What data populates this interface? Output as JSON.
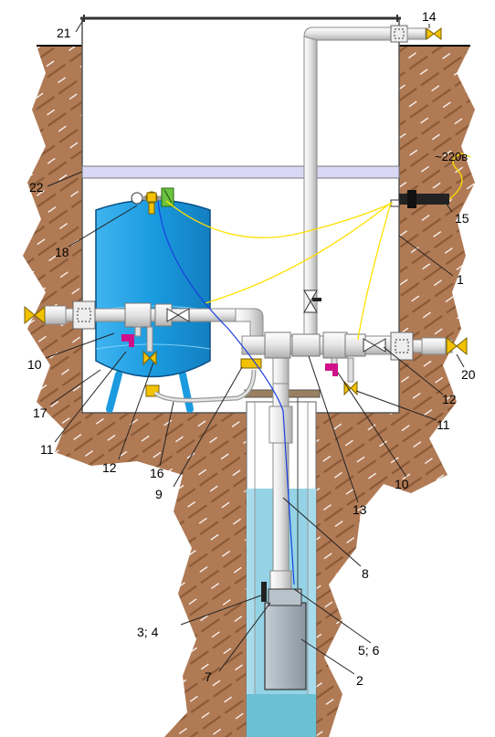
{
  "diagram": {
    "voltage_label": "~220в",
    "callouts": [
      {
        "id": "21",
        "text": "21"
      },
      {
        "id": "14",
        "text": "14"
      },
      {
        "id": "22",
        "text": "22"
      },
      {
        "id": "15",
        "text": "15"
      },
      {
        "id": "18",
        "text": "18"
      },
      {
        "id": "1",
        "text": "1"
      },
      {
        "id": "10a",
        "text": "10"
      },
      {
        "id": "20",
        "text": "20"
      },
      {
        "id": "17",
        "text": "17"
      },
      {
        "id": "12a",
        "text": "12"
      },
      {
        "id": "11a",
        "text": "11"
      },
      {
        "id": "11b",
        "text": "11"
      },
      {
        "id": "12b",
        "text": "12"
      },
      {
        "id": "16",
        "text": "16"
      },
      {
        "id": "10b",
        "text": "10"
      },
      {
        "id": "9",
        "text": "9"
      },
      {
        "id": "13",
        "text": "13"
      },
      {
        "id": "8",
        "text": "8"
      },
      {
        "id": "34",
        "text": "3;  4"
      },
      {
        "id": "56",
        "text": "5;  6"
      },
      {
        "id": "7",
        "text": "7"
      },
      {
        "id": "2",
        "text": "2"
      }
    ],
    "colors": {
      "soil": "#B07A55",
      "soil_dark": "#7E5232",
      "tank": "#1A9BE0",
      "tank_outline": "#0A4F86",
      "water": "#A8DCEC",
      "pipe": "#E4E4E4",
      "valve_yellow": "#F2C200",
      "cable_yellow": "#FFE000",
      "cable_blue": "#1A3FE0",
      "magenta": "#D0108A",
      "green": "#6CC340",
      "beam": "#D8D8F4"
    }
  }
}
